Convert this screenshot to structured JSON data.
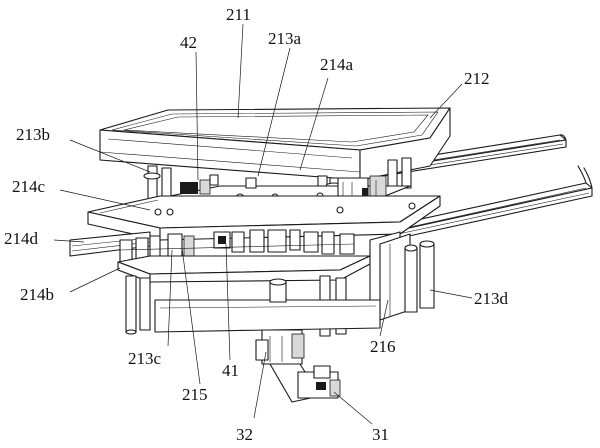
{
  "labels": {
    "l211": "211",
    "l213a": "213a",
    "l42": "42",
    "l214a": "214a",
    "l212": "212",
    "l213b": "213b",
    "l214c": "214c",
    "l214d": "214d",
    "l214b": "214b",
    "l213d": "213d",
    "l213c": "213c",
    "l41": "41",
    "l216": "216",
    "l215": "215",
    "l32": "32",
    "l31": "31"
  }
}
